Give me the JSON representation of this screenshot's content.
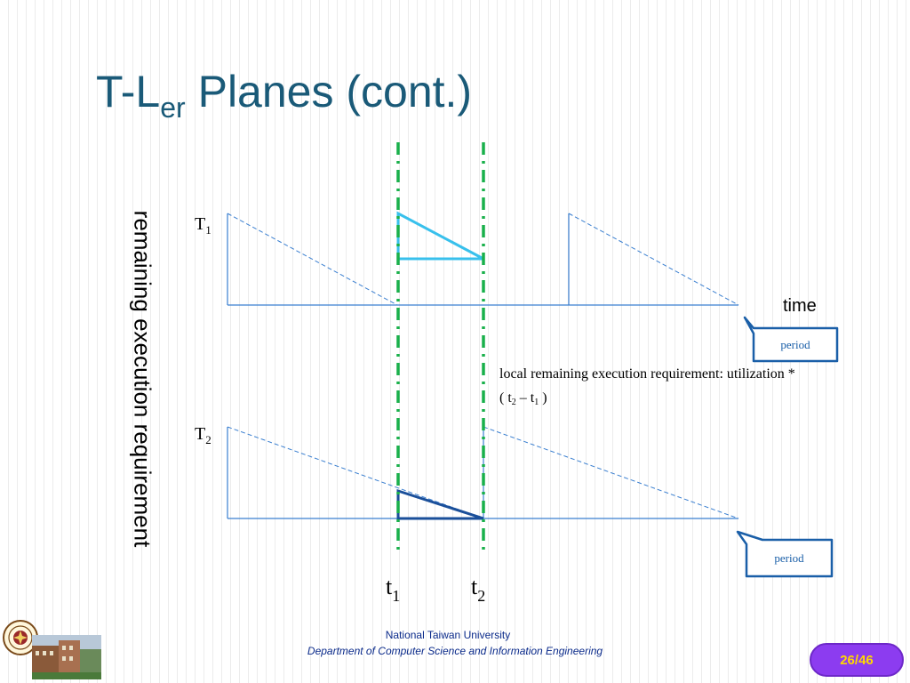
{
  "title": {
    "main": "T-L",
    "sub": "er",
    "rest": " Planes (cont.)"
  },
  "axis_label": "remaining execution requirement",
  "tasks": [
    {
      "label": "T",
      "subscript": "1"
    },
    {
      "label": "T",
      "subscript": "2"
    }
  ],
  "time_label": "time",
  "callouts": {
    "period_1": "period",
    "period_2": "period"
  },
  "annotation": {
    "line1": "local remaining execution requirement: utilization *",
    "line2_open": "( t",
    "line2_sub_a": "2",
    "line2_mid": " – t",
    "line2_sub_b": "1",
    "line2_close": " )"
  },
  "markers": [
    {
      "label": "t",
      "subscript": "1"
    },
    {
      "label": "t",
      "subscript": "2"
    }
  ],
  "footer": {
    "line1": "National Taiwan University",
    "line2": "Department of Computer Science and Information Engineering"
  },
  "page": {
    "current": "26",
    "separator": " /",
    "total": "46"
  },
  "colors": {
    "title": "#1a5a78",
    "axis": "#3a7fd0",
    "green_marker": "#19b04b",
    "cyan_triangle": "#38c0ec",
    "navy_triangle": "#1a4f9a",
    "callout_border": "#1a5fa8",
    "badge": "#8c3cf0"
  }
}
